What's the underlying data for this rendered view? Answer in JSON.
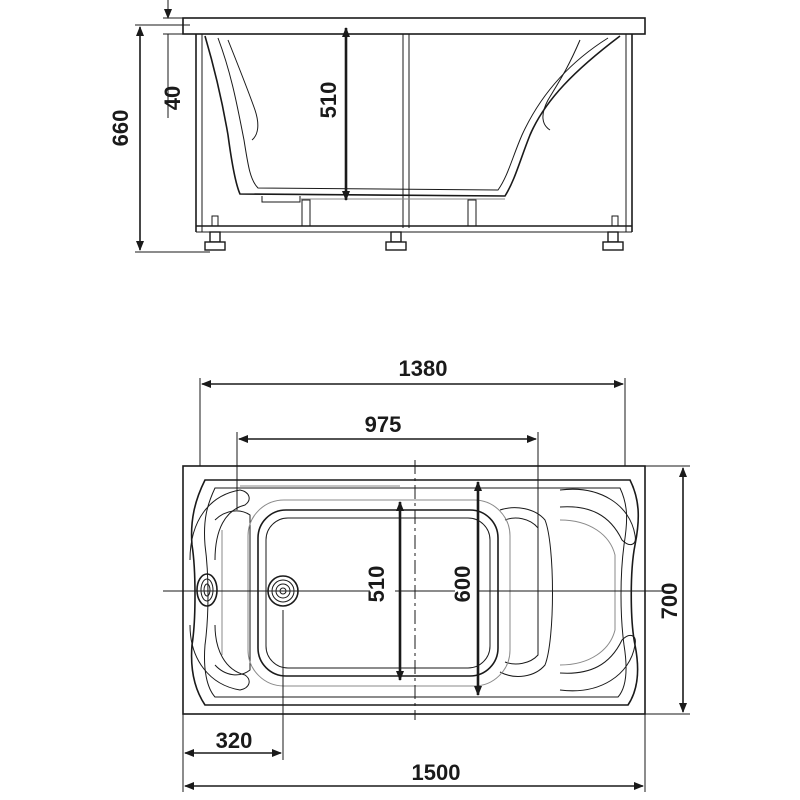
{
  "diagram": {
    "side_view": {
      "dims": {
        "overall_height": "660",
        "rim": "40",
        "inner_depth": "510"
      }
    },
    "top_view": {
      "dims": {
        "inner_length": "1380",
        "bottom_length": "975",
        "bottom_width": "510",
        "inner_width": "600",
        "overall_width": "700",
        "drain_offset": "320",
        "overall_length": "1500"
      }
    }
  }
}
